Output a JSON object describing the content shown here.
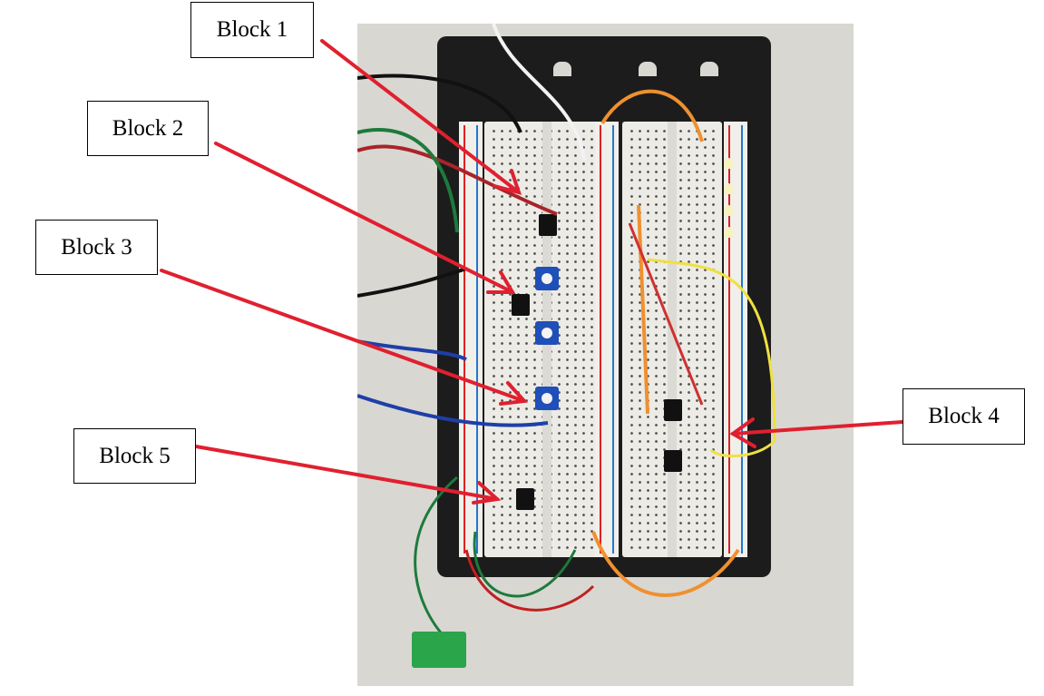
{
  "figure": {
    "description": "Photo of breadboard circuit with annotated blocks",
    "labels": [
      {
        "id": "block1",
        "text": "Block 1"
      },
      {
        "id": "block2",
        "text": "Block 2"
      },
      {
        "id": "block3",
        "text": "Block 3"
      },
      {
        "id": "block4",
        "text": "Block 4"
      },
      {
        "id": "block5",
        "text": "Block 5"
      }
    ],
    "arrow_color": "#e0202f"
  }
}
